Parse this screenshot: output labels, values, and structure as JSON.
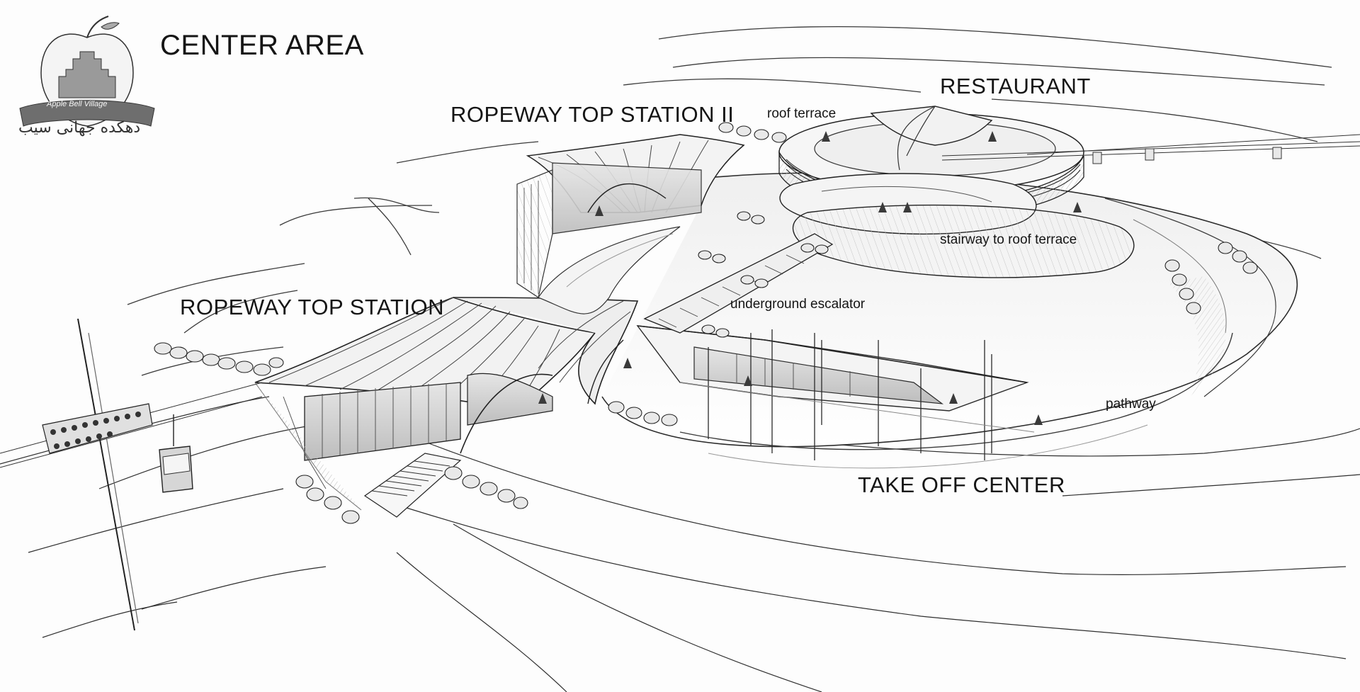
{
  "diagram": {
    "title": "CENTER AREA",
    "labels": {
      "restaurant": "RESTAURANT",
      "roof_terrace": "roof terrace",
      "ropeway_top_station_2": "ROPEWAY TOP STATION II",
      "stairway_to_roof_terrace": "stairway to roof terrace",
      "ropeway_top_station": "ROPEWAY TOP STATION",
      "underground_escalator": "underground escalator",
      "pathway": "pathway",
      "take_off_center": "TAKE OFF CENTER"
    },
    "logo": {
      "icon": "apple-castle-logo-icon",
      "banner_text": "Apple Bell Village",
      "script_text": "دهکده جهانی سیب"
    },
    "colors": {
      "ink": "#2a2a2a",
      "light_ink": "#9a9a9a",
      "shade": "#cfcfcf",
      "paper": "#fdfdfd"
    }
  }
}
